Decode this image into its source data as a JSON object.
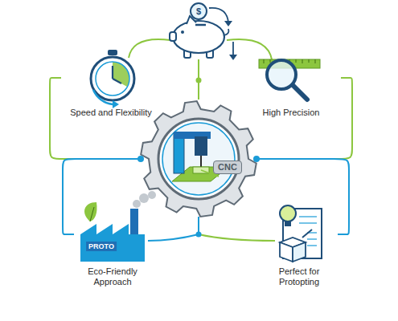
{
  "diagram": {
    "nodes": [
      {
        "text": [
          "CNC"
        ]
      },
      {
        "text": [
          "Speed and Flexibility"
        ]
      },
      {
        "text": [
          "High Precision"
        ]
      },
      {
        "text": [
          "Eco-Friendly Approach"
        ]
      },
      {
        "text": [
          "Perfect for Protopting"
        ]
      }
    ],
    "edges": [
      {
        "from": 0,
        "to": 1,
        "arrow": "none"
      },
      {
        "from": 0,
        "to": 2,
        "arrow": "none"
      },
      {
        "from": 0,
        "to": 3,
        "arrow": "none"
      },
      {
        "from": 0,
        "to": 4,
        "arrow": "none"
      }
    ],
    "labels": [
      "$",
      "PROTO"
    ]
  }
}
